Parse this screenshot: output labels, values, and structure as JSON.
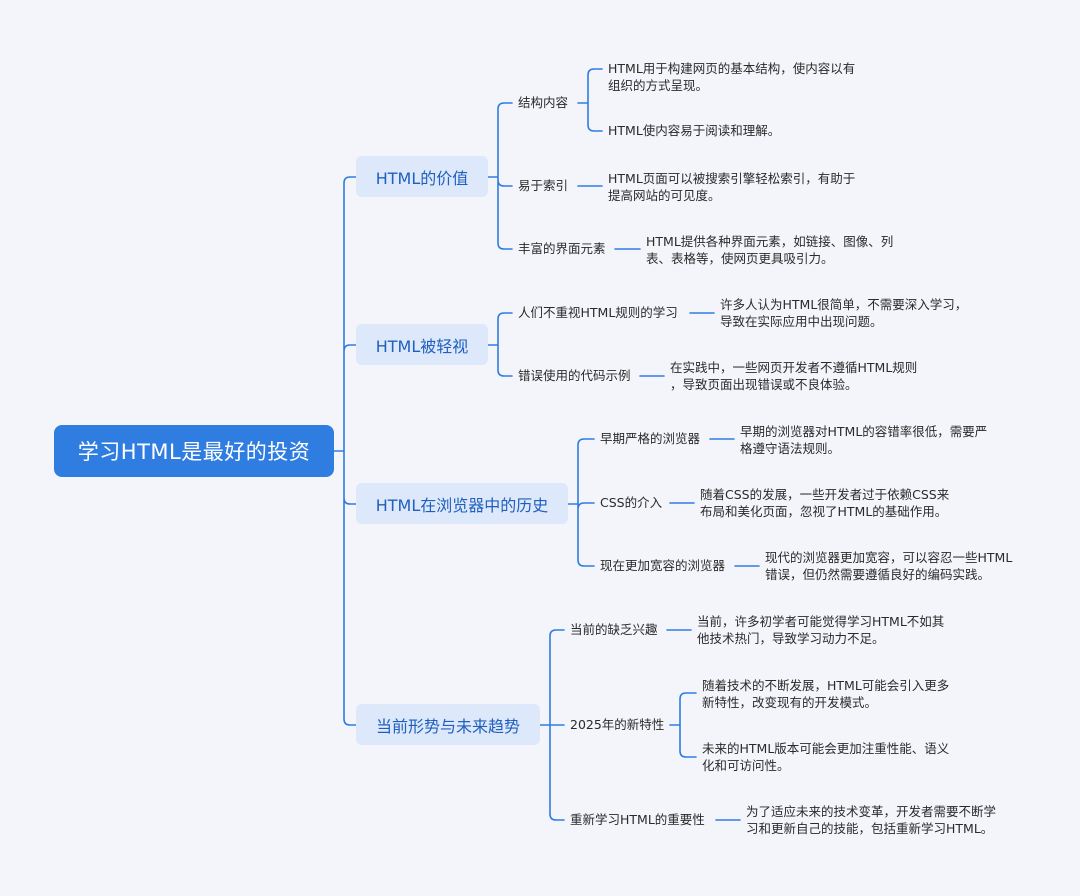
{
  "root": "学习HTML是最好的投资",
  "branches": [
    {
      "label": "HTML的价值",
      "children": [
        {
          "label": "结构内容",
          "leaves": [
            [
              "HTML用于构建网页的基本结构，使内容以有",
              "组织的方式呈现。"
            ],
            [
              "HTML使内容易于阅读和理解。"
            ]
          ]
        },
        {
          "label": "易于索引",
          "leaves": [
            [
              "HTML页面可以被搜索引擎轻松索引，有助于",
              "提高网站的可见度。"
            ]
          ]
        },
        {
          "label": "丰富的界面元素",
          "leaves": [
            [
              "HTML提供各种界面元素，如链接、图像、列",
              "表、表格等，使网页更具吸引力。"
            ]
          ]
        }
      ]
    },
    {
      "label": "HTML被轻视",
      "children": [
        {
          "label": "人们不重视HTML规则的学习",
          "leaves": [
            [
              "许多人认为HTML很简单，不需要深入学习，",
              "导致在实际应用中出现问题。"
            ]
          ]
        },
        {
          "label": "错误使用的代码示例",
          "leaves": [
            [
              "在实践中，一些网页开发者不遵循HTML规则",
              "，导致页面出现错误或不良体验。"
            ]
          ]
        }
      ]
    },
    {
      "label": "HTML在浏览器中的历史",
      "children": [
        {
          "label": "早期严格的浏览器",
          "leaves": [
            [
              "早期的浏览器对HTML的容错率很低，需要严",
              "格遵守语法规则。"
            ]
          ]
        },
        {
          "label": "CSS的介入",
          "leaves": [
            [
              "随着CSS的发展，一些开发者过于依赖CSS来",
              "布局和美化页面，忽视了HTML的基础作用。"
            ]
          ]
        },
        {
          "label": "现在更加宽容的浏览器",
          "leaves": [
            [
              "现代的浏览器更加宽容，可以容忍一些HTML",
              "错误，但仍然需要遵循良好的编码实践。"
            ]
          ]
        }
      ]
    },
    {
      "label": "当前形势与未来趋势",
      "children": [
        {
          "label": "当前的缺乏兴趣",
          "leaves": [
            [
              "当前，许多初学者可能觉得学习HTML不如其",
              "他技术热门，导致学习动力不足。"
            ]
          ]
        },
        {
          "label": "2025年的新特性",
          "leaves": [
            [
              "随着技术的不断发展，HTML可能会引入更多",
              "新特性，改变现有的开发模式。"
            ],
            [
              "未来的HTML版本可能会更加注重性能、语义",
              "化和可访问性。"
            ]
          ]
        },
        {
          "label": "重新学习HTML的重要性",
          "leaves": [
            [
              "为了适应未来的技术变革，开发者需要不断学",
              "习和更新自己的技能，包括重新学习HTML。"
            ]
          ]
        }
      ]
    }
  ]
}
